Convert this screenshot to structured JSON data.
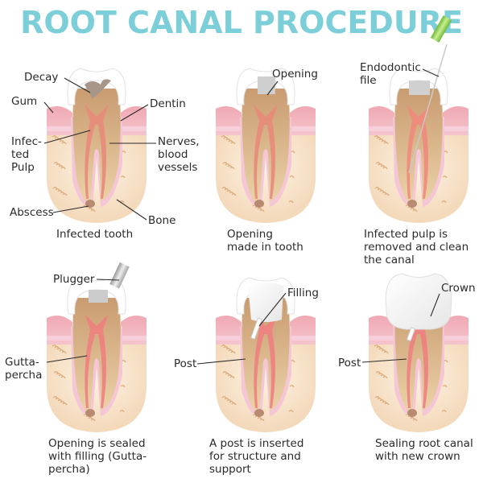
{
  "title": "ROOT CANAL PROCEDURE",
  "colors": {
    "title": "#7ccfd8",
    "gum": "#eea7b0",
    "bone": "#f7e3c4",
    "dentin": "#d9ae85",
    "enamel": "#ffffff",
    "pulp_infected": "#e06a6a",
    "filling": "#c8c8c8",
    "gutta_percha": "#ee8080",
    "file_handle": "#8fd14f"
  },
  "panels": [
    {
      "id": "infected-tooth",
      "caption": [
        "Infected tooth"
      ],
      "labels": [
        {
          "id": "decay",
          "lines": [
            "Decay"
          ]
        },
        {
          "id": "gum",
          "lines": [
            "Gum"
          ]
        },
        {
          "id": "dentin",
          "lines": [
            "Dentin"
          ]
        },
        {
          "id": "infected-pulp",
          "lines": [
            "Infec-",
            "ted",
            "Pulp"
          ]
        },
        {
          "id": "nerves",
          "lines": [
            "Nerves,",
            "blood",
            "vessels"
          ]
        },
        {
          "id": "abscess",
          "lines": [
            "Abscess"
          ]
        },
        {
          "id": "bone",
          "lines": [
            "Bone"
          ]
        }
      ]
    },
    {
      "id": "opening",
      "caption": [
        "Opening",
        "made in tooth"
      ],
      "labels": [
        {
          "id": "opening",
          "lines": [
            "Opening"
          ]
        }
      ]
    },
    {
      "id": "cleaning",
      "caption": [
        "Infected pulp is",
        "removed and clean",
        "the canal"
      ],
      "labels": [
        {
          "id": "endodontic-file",
          "lines": [
            "Endodontic",
            "file"
          ]
        }
      ]
    },
    {
      "id": "sealing",
      "caption": [
        "Opening is sealed",
        "with filling (Gutta-",
        "percha)"
      ],
      "labels": [
        {
          "id": "plugger",
          "lines": [
            "Plugger"
          ]
        },
        {
          "id": "gutta-percha",
          "lines": [
            "Gutta-",
            "percha"
          ]
        }
      ]
    },
    {
      "id": "post",
      "caption": [
        "A post is inserted",
        "for structure and",
        "support"
      ],
      "labels": [
        {
          "id": "filling",
          "lines": [
            "Filling"
          ]
        },
        {
          "id": "post",
          "lines": [
            "Post"
          ]
        }
      ]
    },
    {
      "id": "crown",
      "caption": [
        "Sealing root canal",
        "with new crown"
      ],
      "labels": [
        {
          "id": "crown",
          "lines": [
            "Crown"
          ]
        },
        {
          "id": "post",
          "lines": [
            "Post"
          ]
        }
      ]
    }
  ]
}
